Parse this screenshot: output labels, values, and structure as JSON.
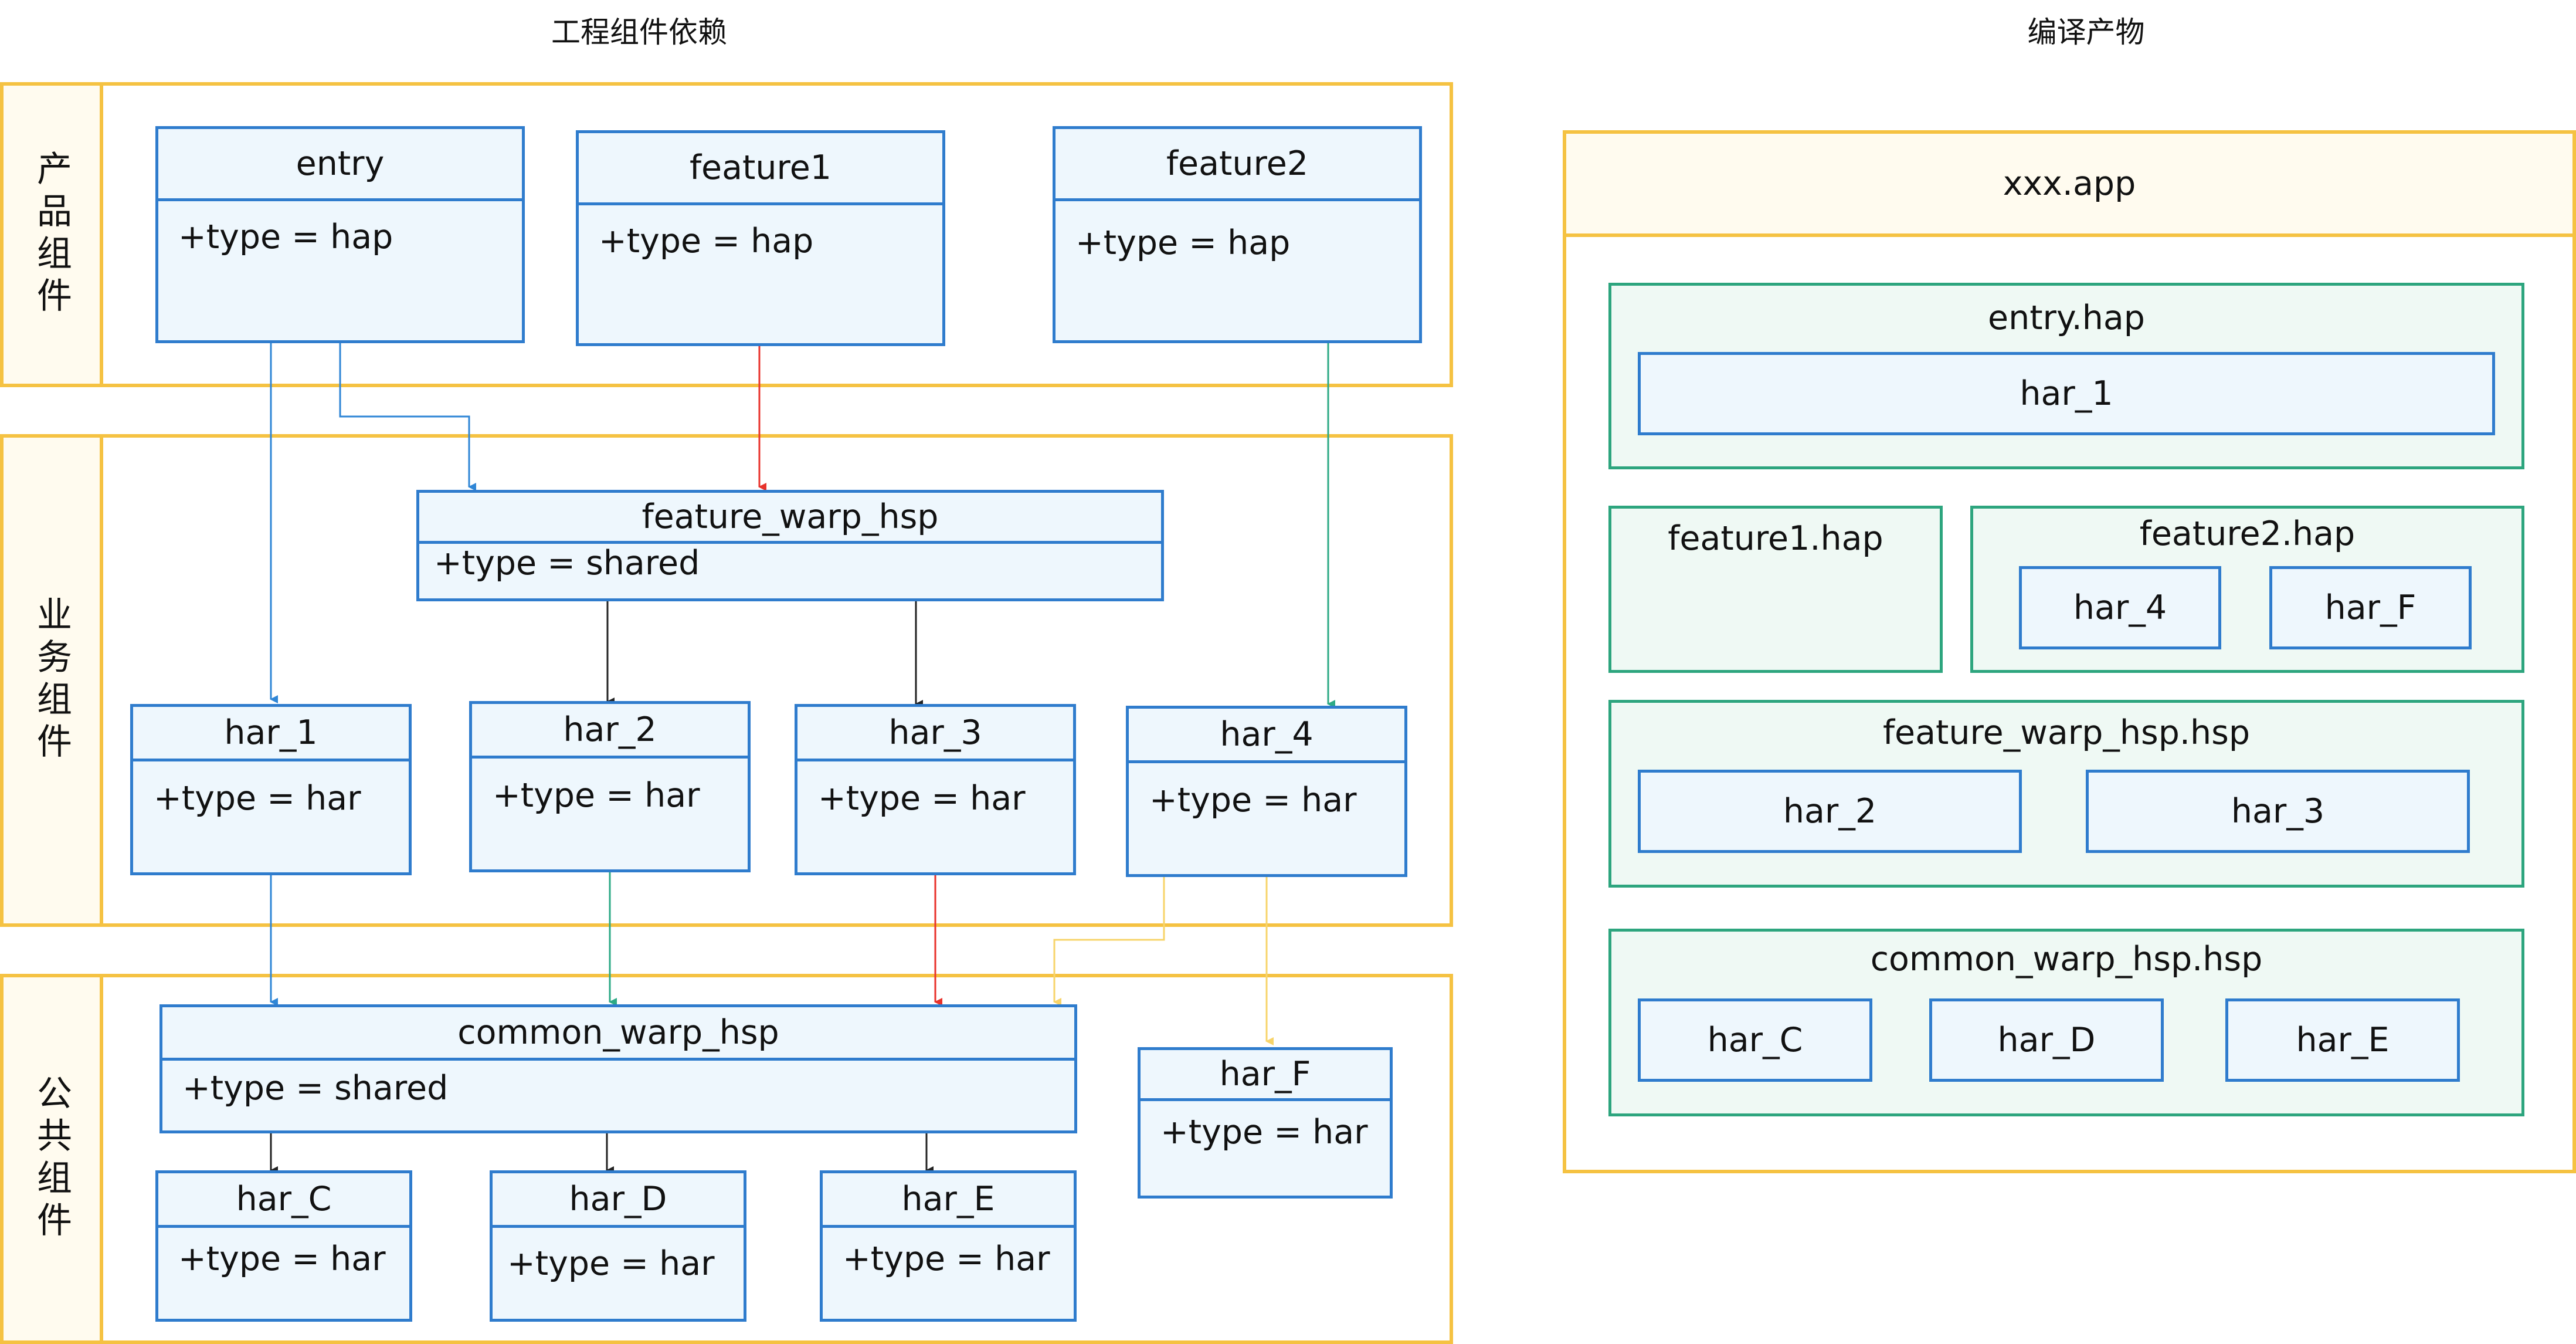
{
  "titles": {
    "left": "工程组件依赖",
    "right": "编译产物"
  },
  "bands": {
    "product": "产品组件",
    "business": "业务组件",
    "common": "公共组件"
  },
  "modules": {
    "entry": {
      "name": "entry",
      "attr": "+type = hap"
    },
    "feature1": {
      "name": "feature1",
      "attr": "+type = hap"
    },
    "feature2": {
      "name": "feature2",
      "attr": "+type = hap"
    },
    "feature_warp_hsp": {
      "name": "feature_warp_hsp",
      "attr": "+type = shared"
    },
    "har_1": {
      "name": "har_1",
      "attr": "+type = har"
    },
    "har_2": {
      "name": "har_2",
      "attr": "+type = har"
    },
    "har_3": {
      "name": "har_3",
      "attr": "+type = har"
    },
    "har_4": {
      "name": "har_4",
      "attr": "+type = har"
    },
    "common_warp_hsp": {
      "name": "common_warp_hsp",
      "attr": "+type = shared"
    },
    "har_F": {
      "name": "har_F",
      "attr": "+type = har"
    },
    "har_C": {
      "name": "har_C",
      "attr": "+type = har"
    },
    "har_D": {
      "name": "har_D",
      "attr": "+type = har"
    },
    "har_E": {
      "name": "har_E",
      "attr": "+type = har"
    }
  },
  "artifacts": {
    "app": "xxx.app",
    "entry_hap": {
      "name": "entry.hap",
      "items": [
        "har_1"
      ]
    },
    "feature1_hap": {
      "name": "feature1.hap",
      "items": []
    },
    "feature2_hap": {
      "name": "feature2.hap",
      "items": [
        "har_4",
        "har_F"
      ]
    },
    "feature_warp_hsp_hsp": {
      "name": "feature_warp_hsp.hsp",
      "items": [
        "har_2",
        "har_3"
      ]
    },
    "common_warp_hsp_hsp": {
      "name": "common_warp_hsp.hsp",
      "items": [
        "har_C",
        "har_D",
        "har_E"
      ]
    }
  },
  "colors": {
    "band_border": "#f5c242",
    "class_border": "#2f7ccd",
    "package_border": "#2da57e",
    "arrow_blue": "#2f86d6",
    "arrow_red": "#e8322b",
    "arrow_green": "#2daa86",
    "arrow_yellow": "#f7d46a",
    "arrow_black": "#222222"
  }
}
